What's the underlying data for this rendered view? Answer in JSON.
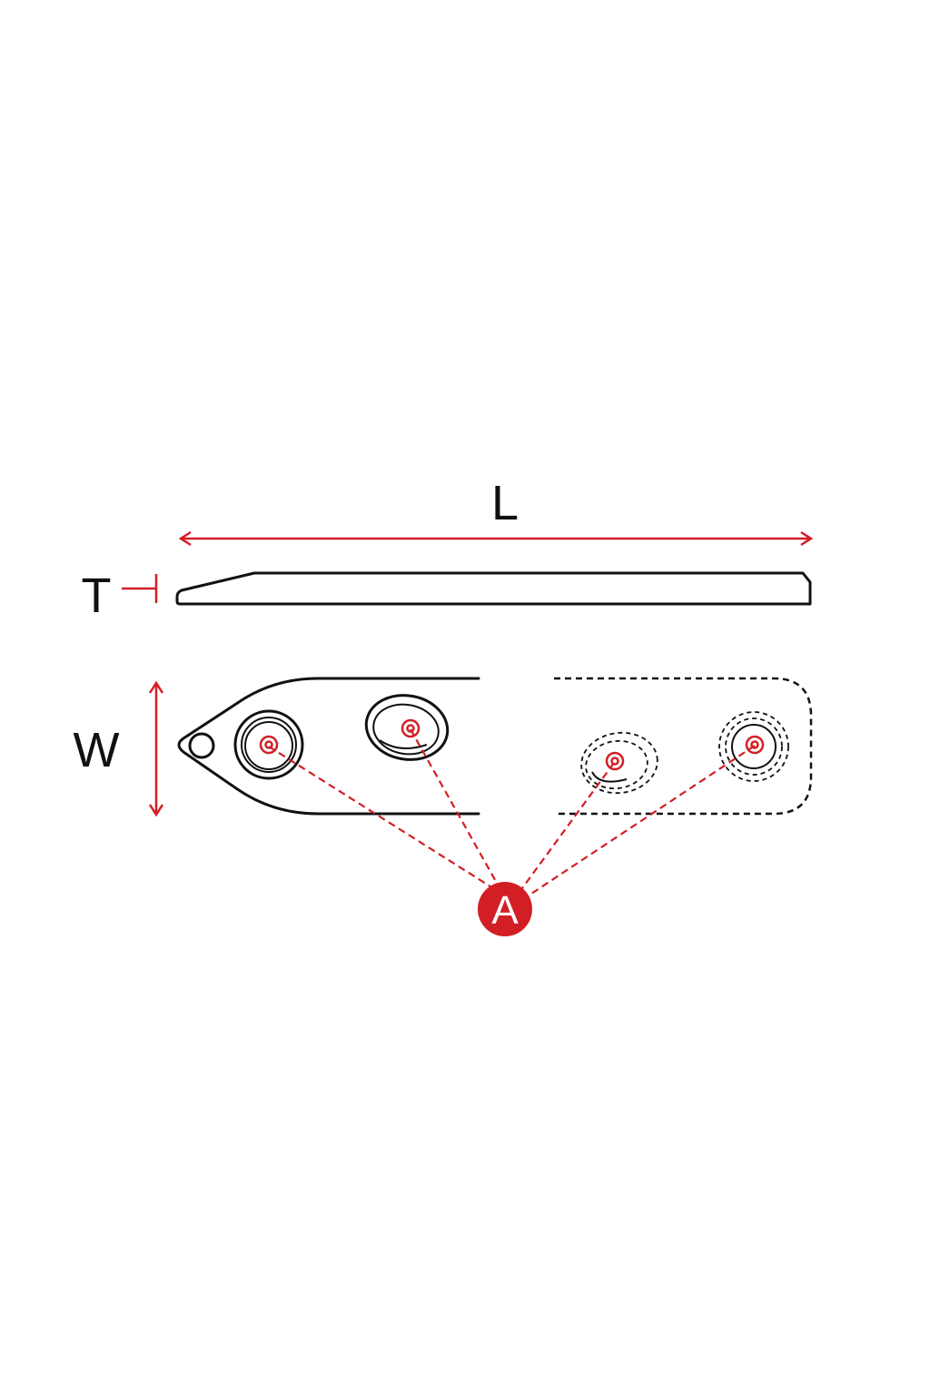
{
  "dimensions": {
    "length_label": "L",
    "thickness_label": "T",
    "width_label": "W"
  },
  "callout": {
    "label": "A",
    "count_holes": 4
  },
  "colors": {
    "line": "#111111",
    "accent": "#d21f26",
    "background": "#ffffff"
  }
}
